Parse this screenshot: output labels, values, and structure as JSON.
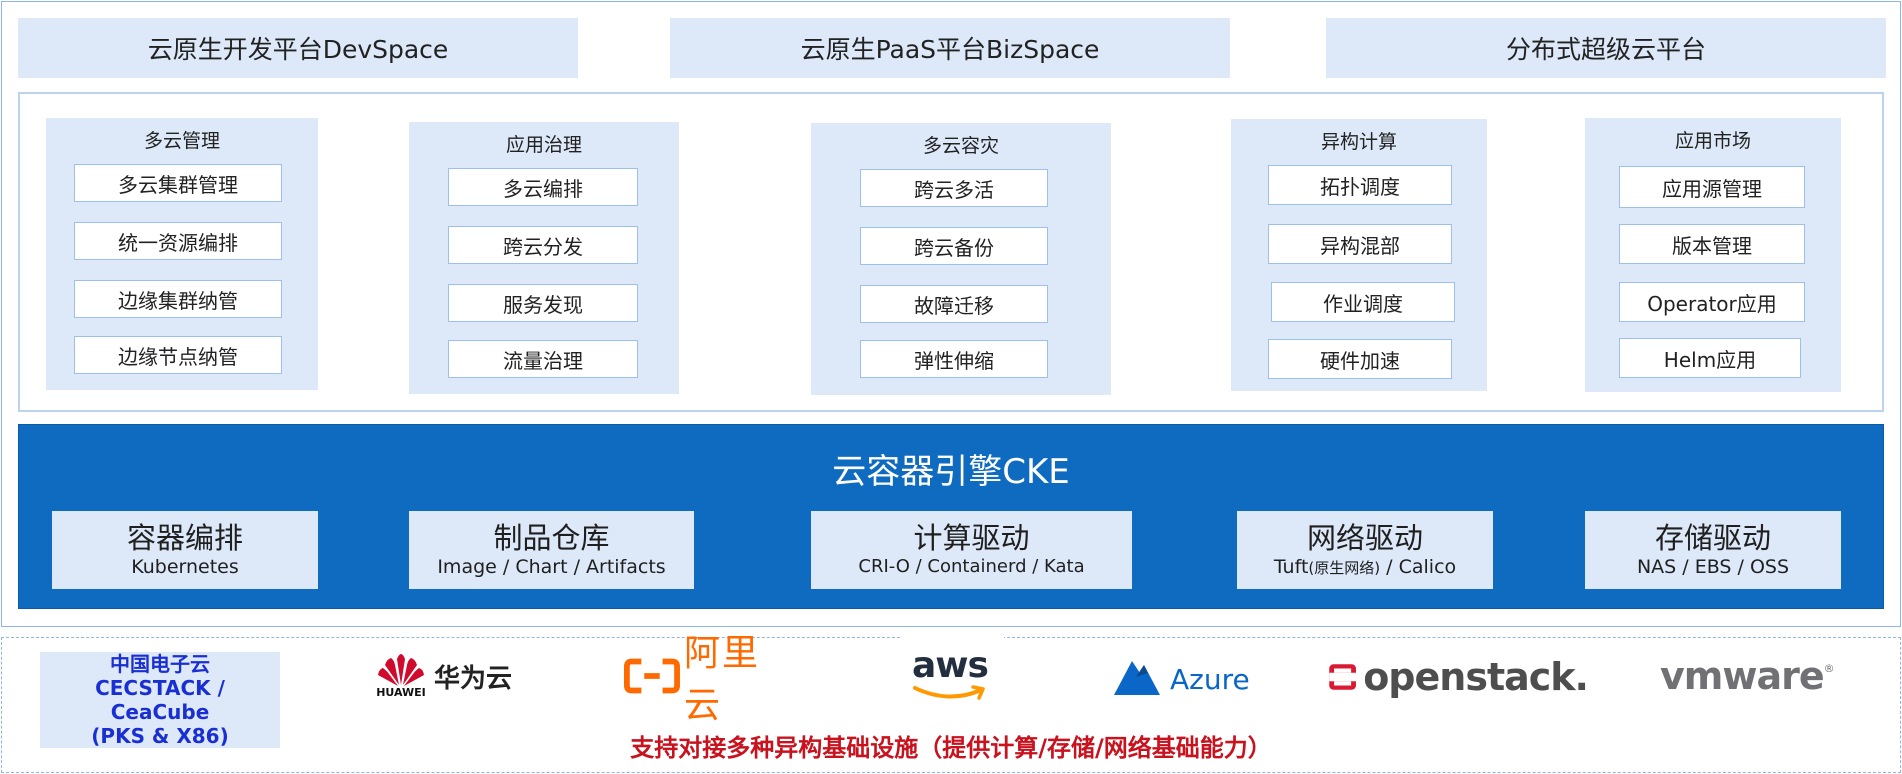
{
  "platforms": [
    "云原生开发平台DevSpace",
    "云原生PaaS平台BizSpace",
    "分布式超级云平台"
  ],
  "capabilities": [
    {
      "title": "多云管理",
      "items": [
        "多云集群管理",
        "统一资源编排",
        "边缘集群纳管",
        "边缘节点纳管"
      ]
    },
    {
      "title": "应用治理",
      "items": [
        "多云编排",
        "跨云分发",
        "服务发现",
        "流量治理"
      ]
    },
    {
      "title": "多云容灾",
      "items": [
        "跨云多活",
        "跨云备份",
        "故障迁移",
        "弹性伸缩"
      ]
    },
    {
      "title": "异构计算",
      "items": [
        "拓扑调度",
        "异构混部",
        "作业调度",
        "硬件加速"
      ]
    },
    {
      "title": "应用市场",
      "items": [
        "应用源管理",
        "版本管理",
        "Operator应用",
        "Helm应用"
      ]
    }
  ],
  "engine": {
    "title": "云容器引擎CKE",
    "modules": [
      {
        "name": "容器编排",
        "sub": "Kubernetes"
      },
      {
        "name": "制品仓库",
        "sub": "Image / Chart / Artifacts"
      },
      {
        "name": "计算驱动",
        "sub": "CRI-O / Containerd / Kata"
      },
      {
        "name": "网络驱动",
        "sub_a": "Tuft",
        "sub_b": "(原生网络)",
        "sub_c": " / Calico"
      },
      {
        "name": "存储驱动",
        "sub": "NAS / EBS / OSS"
      }
    ]
  },
  "infra": {
    "cec_lines": [
      "中国电子云",
      "CECSTACK /",
      "CeaCube",
      "(PKS & X86)"
    ],
    "huawei_small": "HUAWEI",
    "huawei_text": "华为云",
    "aliyun_text": "阿里云",
    "aws_text": "aws",
    "azure_text": "Azure",
    "openstack_text": "openstack.",
    "vmware_text": "vmware",
    "caption": "支持对接多种异构基础设施（提供计算/存储/网络基础能力）"
  },
  "colors": {
    "light_fill": "#dde9f9",
    "engine_blue": "#0f6bbf",
    "caption_red": "#c8121e",
    "cec_blue": "#1a2fd1",
    "huawei_red": "#cf0a2c",
    "aliyun_orange": "#ff6a00",
    "azure_blue": "#0a67c8",
    "openstack_red": "#da1a32",
    "vmware_gray": "#717074"
  }
}
